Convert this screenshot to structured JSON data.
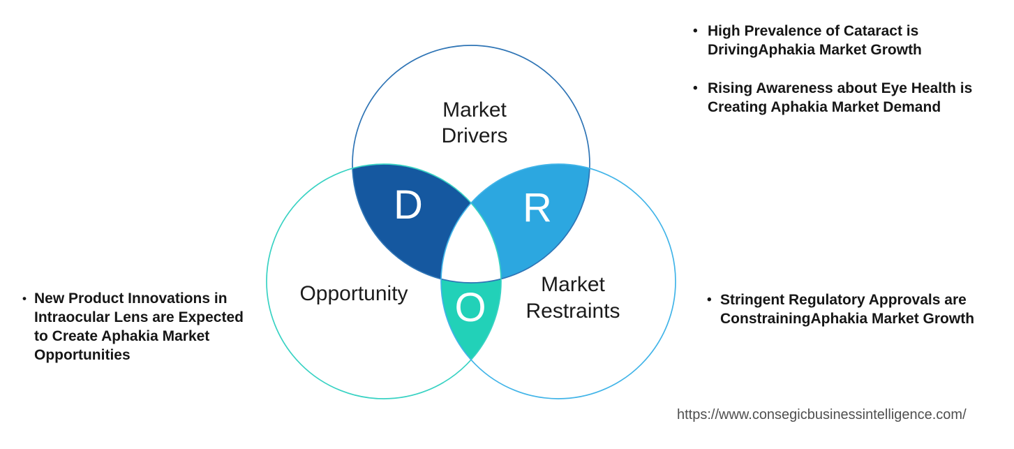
{
  "venn": {
    "circles": {
      "drivers": {
        "label_line1": "Market",
        "label_line2": "Drivers",
        "stroke": "#2e74b5"
      },
      "opportunity": {
        "label": "Opportunity",
        "stroke": "#38d2c3"
      },
      "restraints": {
        "label_line1": "Market",
        "label_line2": "Restraints",
        "stroke": "#41b4e8"
      }
    },
    "regions": {
      "d": {
        "letter": "D",
        "fill": "#1558a0"
      },
      "r": {
        "letter": "R",
        "fill": "#2ca7e0"
      },
      "o": {
        "letter": "O",
        "fill": "#22d1b8"
      },
      "center_fill": "#ffffff"
    }
  },
  "glyphs": {
    "bullet": "•"
  },
  "bullets": {
    "drivers": [
      "High Prevalence of Cataract is\nDrivingAphakia Market Growth",
      "Rising Awareness about Eye Health is\nCreating Aphakia Market Demand"
    ],
    "opportunity": [
      "New Product Innovations in\nIntraocular Lens are Expected\nto Create Aphakia Market\nOpportunities"
    ],
    "restraints": [
      "Stringent Regulatory Approvals are\nConstrainingAphakia Market Growth"
    ]
  },
  "footer": {
    "url": "https://www.consegicbusinessintelligence.com/"
  }
}
